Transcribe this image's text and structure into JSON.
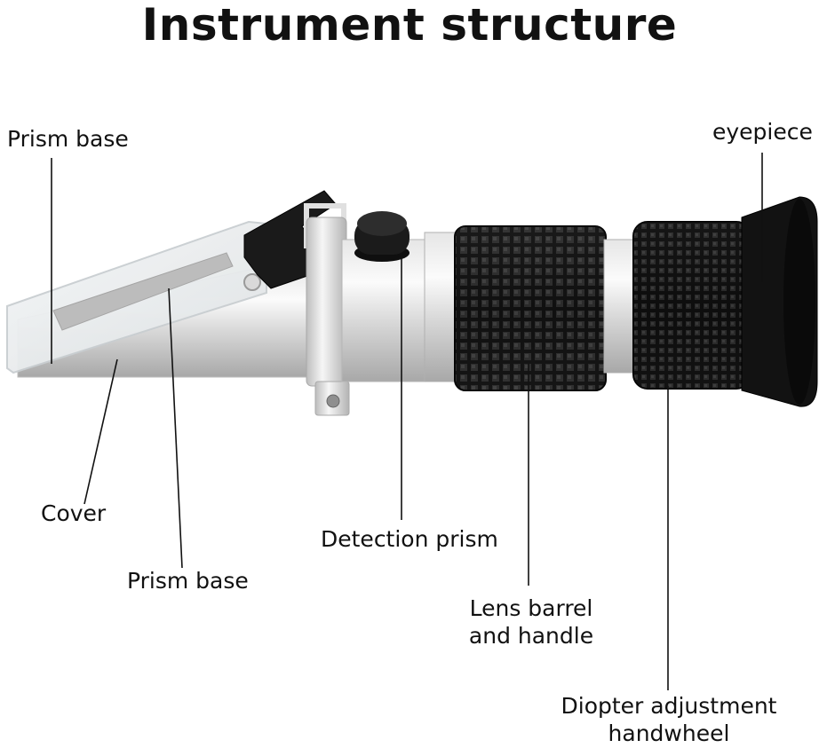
{
  "title": "Instrument structure",
  "labels": {
    "prism_base_top": "Prism base",
    "eyepiece": "eyepiece",
    "cover": "Cover",
    "prism_base_bottom": "Prism base",
    "detection_prism": "Detection prism",
    "lens_barrel_line1": "Lens barrel",
    "lens_barrel_line2": "and handle",
    "diopter_line1": "Diopter adjustment",
    "diopter_line2": "handwheel"
  },
  "colors": {
    "metal_light": "#f2f2f2",
    "metal_mid": "#cfcfcf",
    "metal_dark": "#9a9a9a",
    "rubber": "#141414",
    "leader_line": "#111111"
  }
}
